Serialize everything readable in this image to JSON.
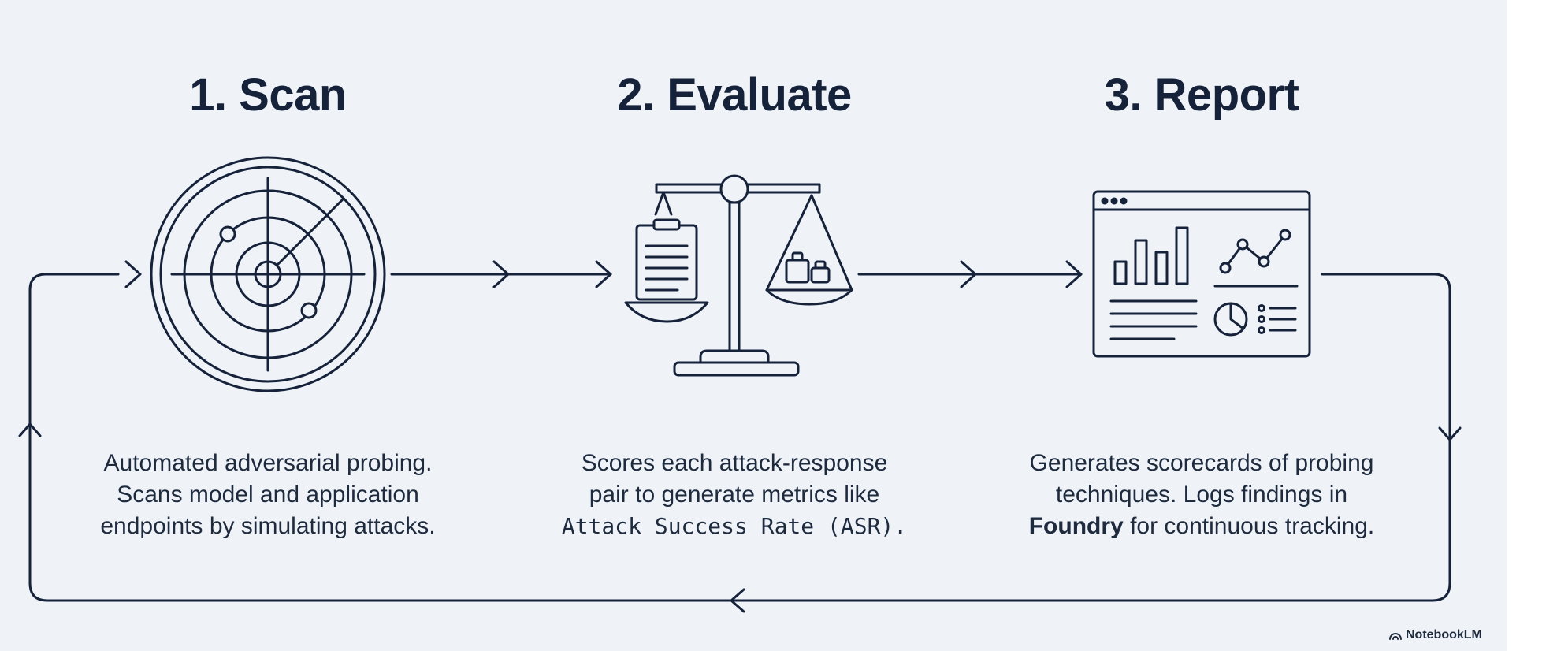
{
  "colors": {
    "background": "#eff3f8",
    "ink": "#15223a",
    "text": "#1e2a3d"
  },
  "steps": [
    {
      "title": "1. Scan",
      "icon": "radar-icon",
      "description": [
        "Automated adversarial probing.",
        "Scans model and application",
        "endpoints by simulating attacks."
      ]
    },
    {
      "title": "2. Evaluate",
      "icon": "balance-scale-icon",
      "description": [
        "Scores each attack-response",
        "pair to generate metrics like",
        "Attack Success Rate (ASR)."
      ]
    },
    {
      "title": "3. Report",
      "icon": "dashboard-report-icon",
      "description_pre": "Generates scorecards of probing",
      "description_line2": "techniques. Logs findings in",
      "description_bold": "Foundry",
      "description_post": " for continuous tracking."
    }
  ],
  "brand": {
    "label": "NotebookLM",
    "icon": "notebooklm-logo-icon"
  }
}
